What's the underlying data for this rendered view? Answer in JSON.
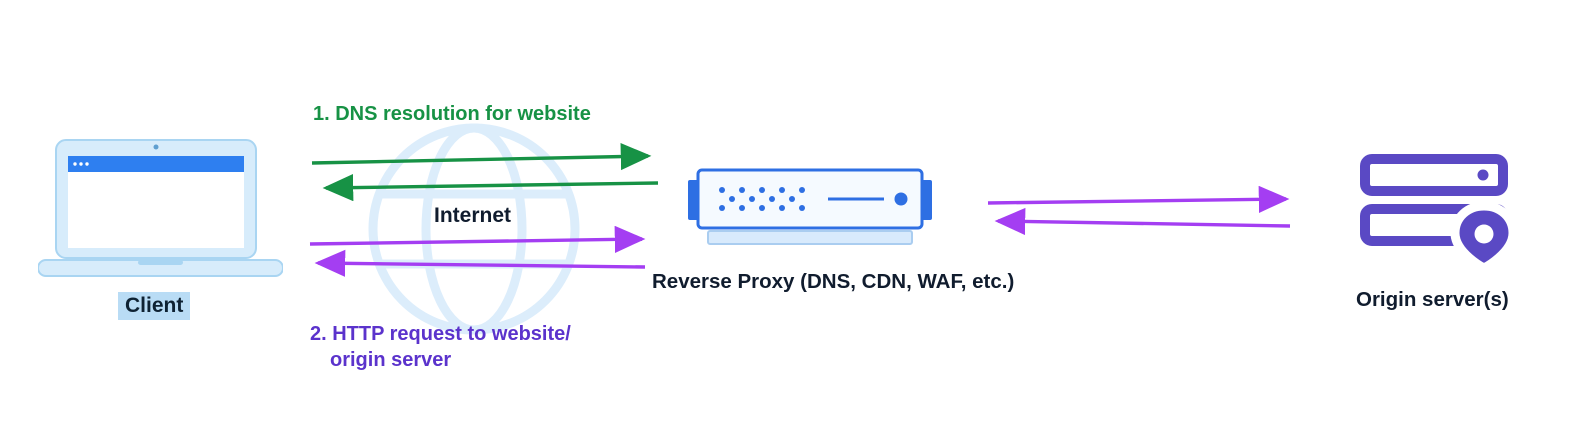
{
  "diagram": {
    "client": {
      "label": "Client"
    },
    "internet": {
      "label": "Internet"
    },
    "flow_dns": {
      "label": "1. DNS resolution for website"
    },
    "flow_http": {
      "line1": "2. HTTP request to website/",
      "line2": "origin server"
    },
    "proxy": {
      "label": "Reverse Proxy (DNS, CDN, WAF, etc.)"
    },
    "origin": {
      "label": "Origin server(s)"
    },
    "colors": {
      "green_arrow": "#179245",
      "purple_arrow": "#a43ef2",
      "purple_text": "#5b33cc",
      "proxy_blue": "#2e6fe3",
      "origin_purple": "#5a49c4",
      "laptop_light_blue": "#d7ecfb",
      "laptop_bar_blue": "#2e7ff0",
      "client_highlight": "#b9dcf5",
      "globe_watermark": "#dcedfb",
      "text_dark": "#101c2e"
    }
  }
}
